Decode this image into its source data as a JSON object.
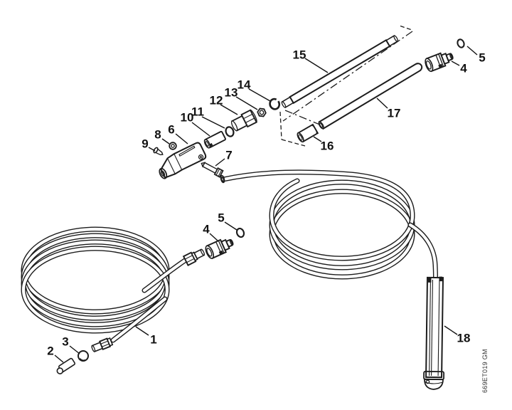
{
  "diagram": {
    "type": "exploded-parts-diagram",
    "background_color": "#ffffff",
    "line_color": "#1c1c1c",
    "watermark": "669ET019 GM",
    "callouts": [
      {
        "num": "1"
      },
      {
        "num": "2"
      },
      {
        "num": "3"
      },
      {
        "num": "4"
      },
      {
        "num": "5"
      },
      {
        "num": "6"
      },
      {
        "num": "7"
      },
      {
        "num": "8"
      },
      {
        "num": "9"
      },
      {
        "num": "10"
      },
      {
        "num": "11"
      },
      {
        "num": "12"
      },
      {
        "num": "13"
      },
      {
        "num": "14"
      },
      {
        "num": "15"
      },
      {
        "num": "16"
      },
      {
        "num": "17"
      },
      {
        "num": "18"
      }
    ]
  }
}
